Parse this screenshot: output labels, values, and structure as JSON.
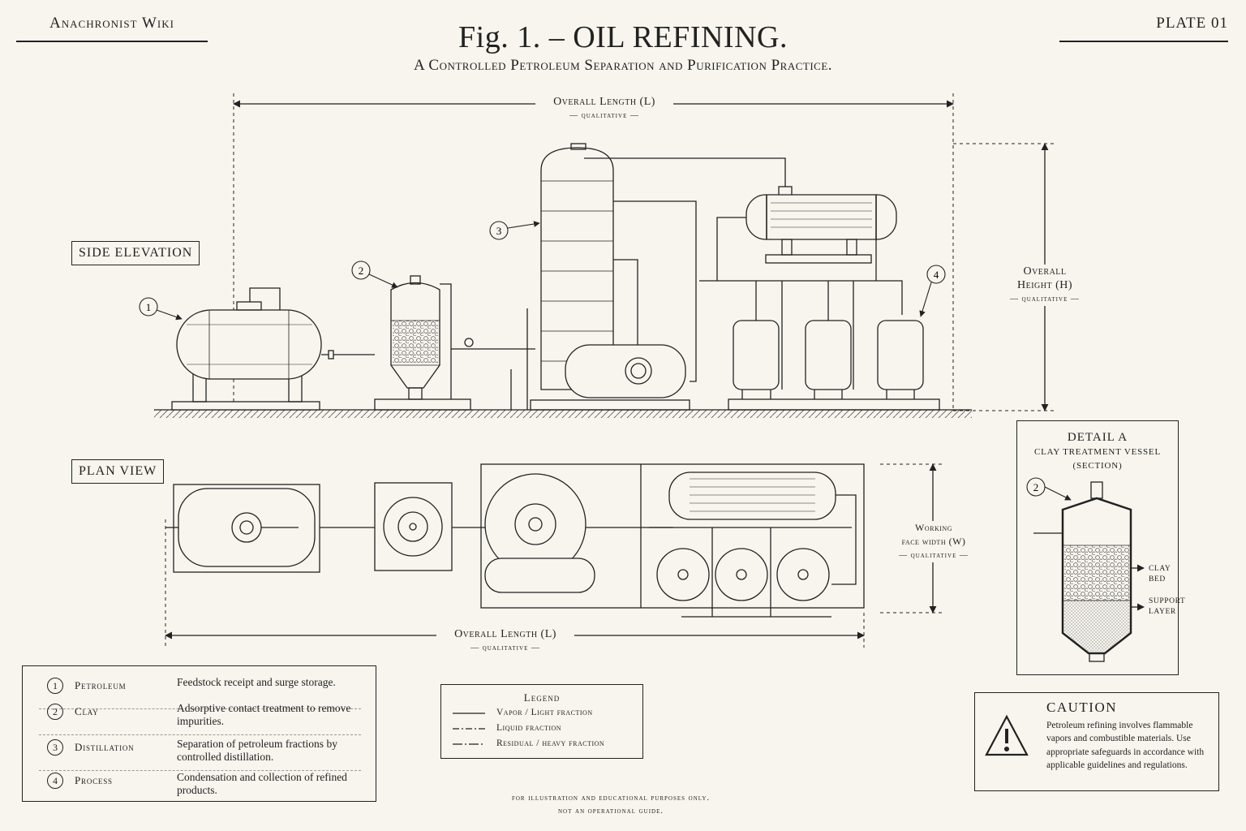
{
  "header": {
    "brand": "Anachronist Wiki",
    "plate": "PLATE 01",
    "title": "Fig. 1. – OIL REFINING.",
    "subtitle": "A Controlled Petroleum Separation and Purification Practice."
  },
  "views": {
    "side_label": "SIDE ELEVATION",
    "plan_label": "PLAN VIEW"
  },
  "dimensions": {
    "overall_length": "Overall Length (L)",
    "overall_height_line1": "Overall",
    "overall_height_line2": "Height (H)",
    "working_width_line1": "Working",
    "working_width_line2": "face width (W)",
    "qualifier": "— qualitative —"
  },
  "callouts": [
    "1",
    "2",
    "3",
    "4"
  ],
  "key": [
    {
      "num": "1",
      "name": "Petroleum",
      "desc": "Feedstock receipt and surge storage."
    },
    {
      "num": "2",
      "name": "Clay",
      "desc": "Adsorptive contact treatment to remove impurities."
    },
    {
      "num": "3",
      "name": "Distillation",
      "desc": "Separation of petroleum fractions by controlled distillation."
    },
    {
      "num": "4",
      "name": "Process",
      "desc": "Condensation and collection of refined products."
    }
  ],
  "legend": {
    "title": "Legend",
    "items": [
      {
        "label": "Vapor / Light fraction",
        "style": "solid"
      },
      {
        "label": "Liquid fraction",
        "style": "dash-dot"
      },
      {
        "label": "Residual / heavy fraction",
        "style": "dash-dot-long"
      }
    ]
  },
  "detail": {
    "title": "DETAIL A",
    "subtitle1": "CLAY TREATMENT VESSEL",
    "subtitle2": "(SECTION)",
    "callout": "2",
    "clay_bed": "CLAY BED",
    "support_line1": "SUPPORT",
    "support_line2": "LAYER"
  },
  "caution": {
    "title": "CAUTION",
    "text": "Petroleum refining involves flammable vapors and combustible materials. Use appropriate safeguards in accordance with applicable guidelines and regulations.",
    "icon": "warning-triangle-icon"
  },
  "footnote": {
    "line1": "for illustration and educational purposes only.",
    "line2": "not an operational guide."
  }
}
